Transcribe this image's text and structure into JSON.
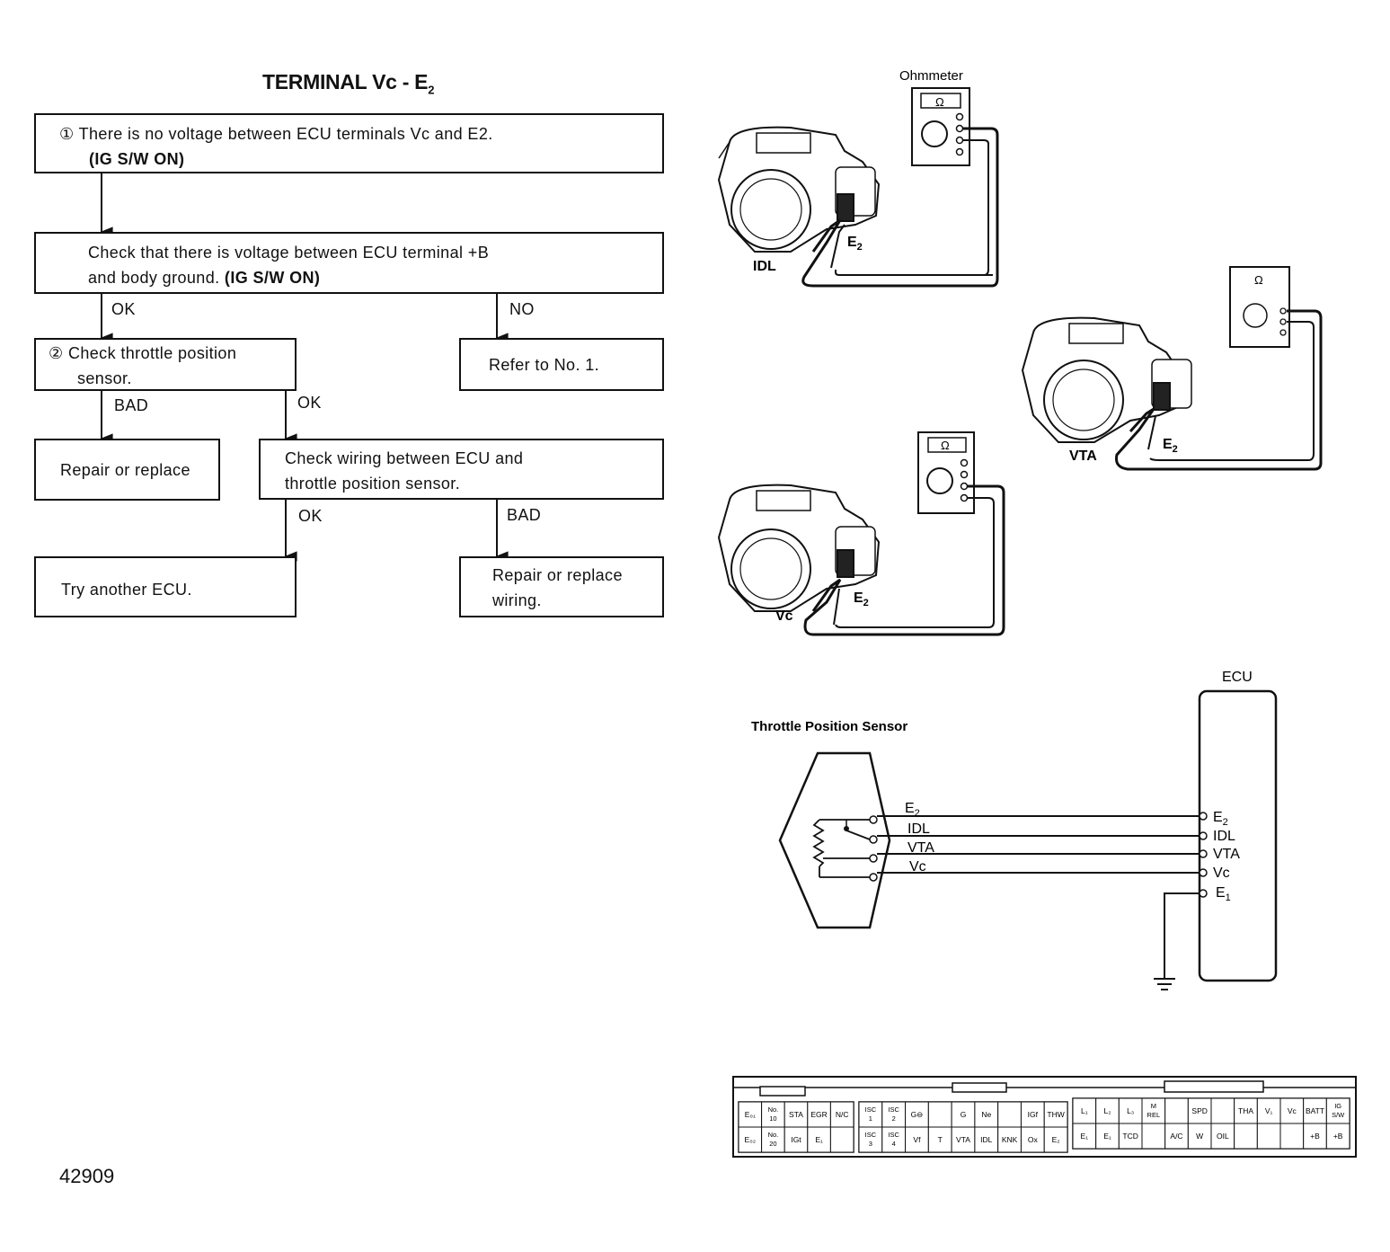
{
  "title": {
    "text": "TERMINAL Vc - E",
    "sub": "2"
  },
  "flowchart": {
    "step1": {
      "marker": "①",
      "line1": "There is no voltage between ECU terminals Vc and E2.",
      "line2": "(IG S/W ON)"
    },
    "step_b": {
      "line1": "Check that there is voltage between ECU terminal  +B",
      "line2a": "and body ground. ",
      "line2b": "(IG S/W ON)"
    },
    "step2": {
      "marker": "②",
      "line1": "Check throttle position",
      "line2": "sensor."
    },
    "refer": "Refer to No. 1.",
    "repair_sensor": "Repair or replace",
    "check_wiring": {
      "line1": "Check wiring between ECU and",
      "line2": "throttle position sensor."
    },
    "try_ecu": "Try another ECU.",
    "repair_wiring": {
      "line1": "Repair or replace",
      "line2": "wiring."
    },
    "labels": {
      "ok_1": "OK",
      "no_1": "NO",
      "bad_1": "BAD",
      "ok_2": "OK",
      "ok_3": "OK",
      "bad_2": "BAD"
    }
  },
  "meter_figures": {
    "meter_title": "Ohmmeter",
    "ohm_symbol": "Ω",
    "fig1": {
      "terminal": "IDL",
      "ground": "E",
      "ground_sub": "2"
    },
    "fig2": {
      "terminal": "VTA",
      "ground": "E",
      "ground_sub": "2"
    },
    "fig3": {
      "terminal": "Vc",
      "ground": "E",
      "ground_sub": "2"
    }
  },
  "wiring": {
    "sensor_title": "Throttle Position Sensor",
    "ecu_title": "ECU",
    "sensor_terminals": [
      {
        "name": "E",
        "sub": "2"
      },
      {
        "name": "IDL",
        "sub": ""
      },
      {
        "name": "VTA",
        "sub": ""
      },
      {
        "name": "Vc",
        "sub": ""
      }
    ],
    "ecu_terminals": [
      {
        "name": "E",
        "sub": "2"
      },
      {
        "name": "IDL",
        "sub": ""
      },
      {
        "name": "VTA",
        "sub": ""
      },
      {
        "name": "Vc",
        "sub": ""
      },
      {
        "name": "E",
        "sub": "1"
      }
    ]
  },
  "connector": {
    "group1": {
      "row1": [
        "E₀₁",
        "No. 10",
        "STA",
        "EGR",
        "N/C"
      ],
      "row2": [
        "E₀₂",
        "No. 20",
        "IGt",
        "E₁",
        ""
      ]
    },
    "group2": {
      "row1": [
        "ISC 1",
        "ISC 2",
        "G⊖",
        "",
        "G",
        "Ne",
        "",
        "IGf",
        "THW"
      ],
      "row2": [
        "ISC 3",
        "ISC 4",
        "Vf",
        "T",
        "VTA",
        "IDL",
        "KNK",
        "Ox",
        "E₂"
      ]
    },
    "group3": {
      "row1": [
        "L₁",
        "L₂",
        "L₃",
        "M REL",
        "",
        "SPD",
        "",
        "THA",
        "V₁",
        "Vc",
        "BATT",
        "IG S/W"
      ],
      "row2": [
        "E₁",
        "E₁",
        "TCD",
        "",
        "A/C",
        "W",
        "OIL",
        "",
        "",
        "",
        "+B",
        "+B"
      ]
    }
  },
  "figure_number": "42909"
}
